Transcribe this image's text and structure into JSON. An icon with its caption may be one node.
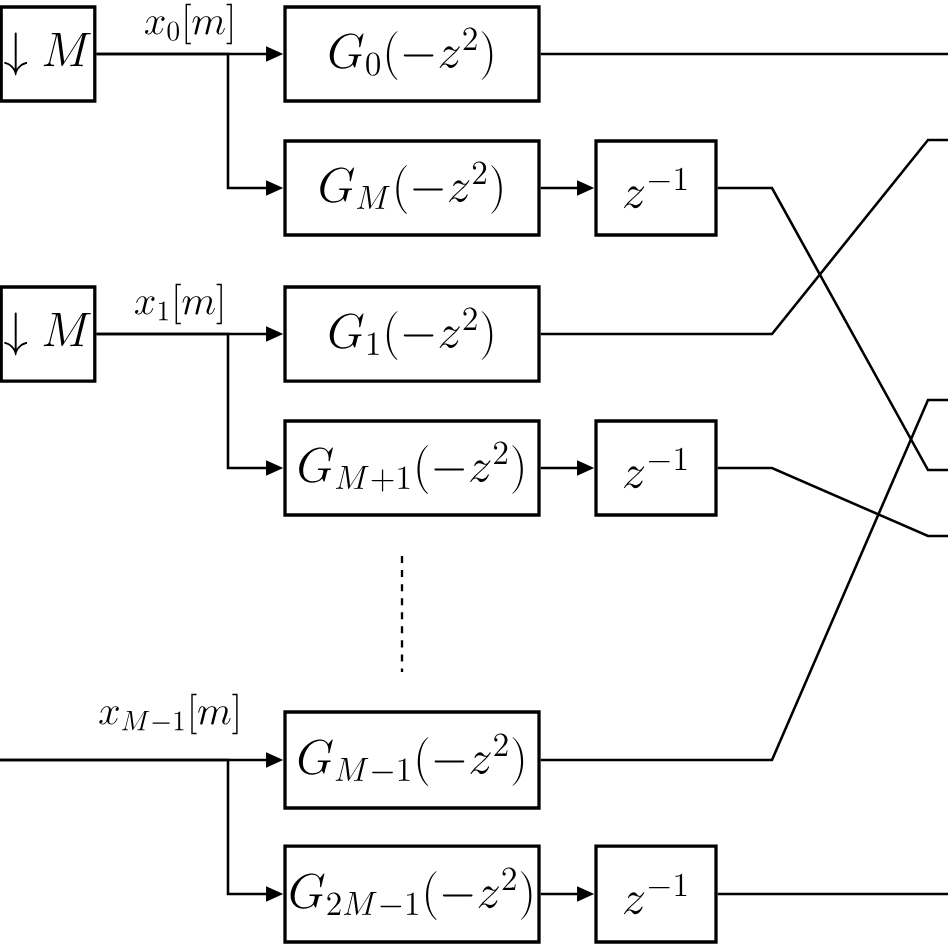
{
  "diagram": {
    "nodes": [
      {
        "text": [
          "\\downarrow M"
        ]
      },
      {
        "text": [
          "G_{0}(-z^{2})"
        ]
      },
      {
        "text": [
          "G_{M}(-z^{2})"
        ]
      },
      {
        "text": [
          "z^{-1}"
        ]
      },
      {
        "text": [
          "\\downarrow M"
        ]
      },
      {
        "text": [
          "G_{1}(-z^{2})"
        ]
      },
      {
        "text": [
          "G_{M+1}(-z^{2})"
        ]
      },
      {
        "text": [
          "z^{-1}"
        ]
      },
      {
        "text": [
          "G_{M-1}(-z^{2})"
        ]
      },
      {
        "text": [
          "G_{2M-1}(-z^{2})"
        ]
      },
      {
        "text": [
          "z^{-1}"
        ]
      }
    ],
    "edges": [
      {
        "from": 0,
        "to": 1,
        "arrow": "to",
        "label": "x_{0}[m]"
      },
      {
        "from": 0,
        "to": 2,
        "arrow": "to"
      },
      {
        "from": 2,
        "to": 3,
        "arrow": "to"
      },
      {
        "from": 4,
        "to": 5,
        "arrow": "to",
        "label": "x_{1}[m]"
      },
      {
        "from": 4,
        "to": 6,
        "arrow": "to"
      },
      {
        "from": 6,
        "to": 7,
        "arrow": "to"
      },
      {
        "from": null,
        "to": 8,
        "arrow": "to",
        "label": "x_{M-1}[m]"
      },
      {
        "from": null,
        "to": 9,
        "arrow": "to"
      },
      {
        "from": 1,
        "to": null,
        "arrow": "none"
      },
      {
        "from": 3,
        "to": null,
        "arrow": "none"
      },
      {
        "from": 5,
        "to": null,
        "arrow": "none"
      },
      {
        "from": 7,
        "to": null,
        "arrow": "none"
      },
      {
        "from": 8,
        "to": null,
        "arrow": "none"
      },
      {
        "from": 10,
        "to": null,
        "arrow": "none"
      },
      {
        "from": 9,
        "to": 10,
        "arrow": "to"
      }
    ]
  }
}
